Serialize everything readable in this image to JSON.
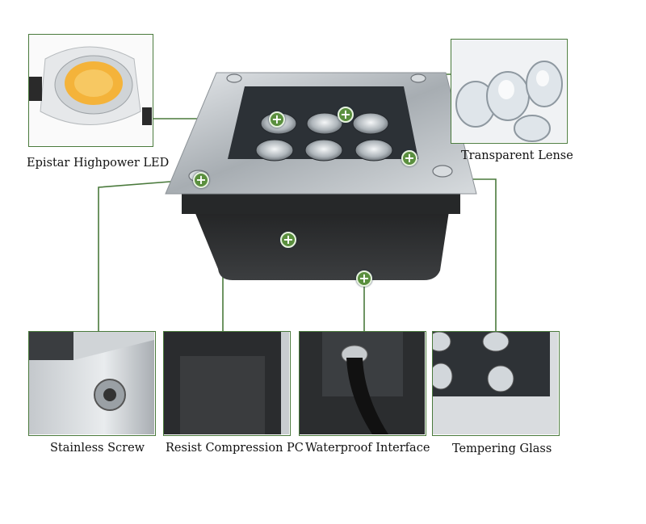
{
  "labels": {
    "led": "Epistar Highpower LED",
    "lens": "Transparent Lense",
    "screw": "Stainless Screw",
    "pc": "Resist Compression PC",
    "interface": "Waterproof Interface",
    "glass": "Tempering Glass"
  },
  "hotspot_symbol": "+",
  "colors": {
    "callout_line": "#4a7a3c",
    "hotspot": "#5a8f3e",
    "steel": "#b9bec2",
    "housing": "#2f3133"
  },
  "icons": [
    "plus-icon"
  ]
}
